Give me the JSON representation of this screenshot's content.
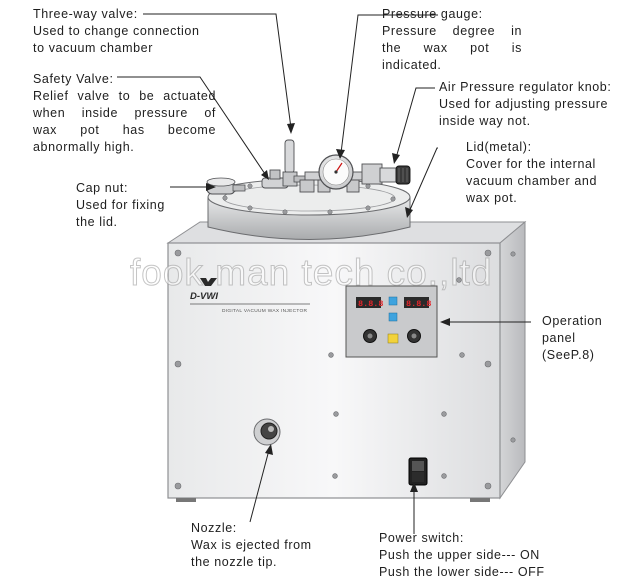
{
  "labels": {
    "three_way_valve": {
      "title": "Three-way valve:",
      "lines": [
        "Used to change connection",
        "to vacuum chamber"
      ]
    },
    "pressure_gauge": {
      "title": "Pressure gauge:",
      "lines": [
        "Pressure degree in",
        "the wax pot is",
        "indicated."
      ]
    },
    "safety_valve": {
      "title": "Safety Valve:",
      "lines": [
        "Relief valve to be actuated",
        "when inside pressure of",
        "wax pot has become",
        "abnormally high."
      ]
    },
    "air_regulator": {
      "title": "Air Pressure regulator knob:",
      "lines": [
        "Used for adjusting pressure",
        "inside way not."
      ]
    },
    "lid": {
      "title": "Lid(metal):",
      "lines": [
        "Cover for the internal",
        "vacuum chamber and",
        "wax pot."
      ]
    },
    "cap_nut": {
      "title": "Cap nut:",
      "lines": [
        "Used for fixing",
        "the lid."
      ]
    },
    "operation_panel": {
      "title": "Operation",
      "lines": [
        "panel",
        "(SeeP.8)"
      ]
    },
    "nozzle": {
      "title": "Nozzle:",
      "lines": [
        "Wax is ejected from",
        "the nozzle tip."
      ]
    },
    "power_switch": {
      "title": "Power switch:",
      "lines": [
        "Push the upper side--- ON",
        "Push the lower side--- OFF"
      ]
    }
  },
  "machine": {
    "model": "D-VWI",
    "subtitle": "DIGITAL VACUUM WAX INJECTOR",
    "display_left": "8.8.8",
    "display_right": "8.8.8"
  },
  "watermark": "fook man tech co.,ltd",
  "colors": {
    "body": "#f1f2f3",
    "panel": "#c9cacc",
    "display": "#e3262c",
    "text": "#1e1e1e"
  }
}
